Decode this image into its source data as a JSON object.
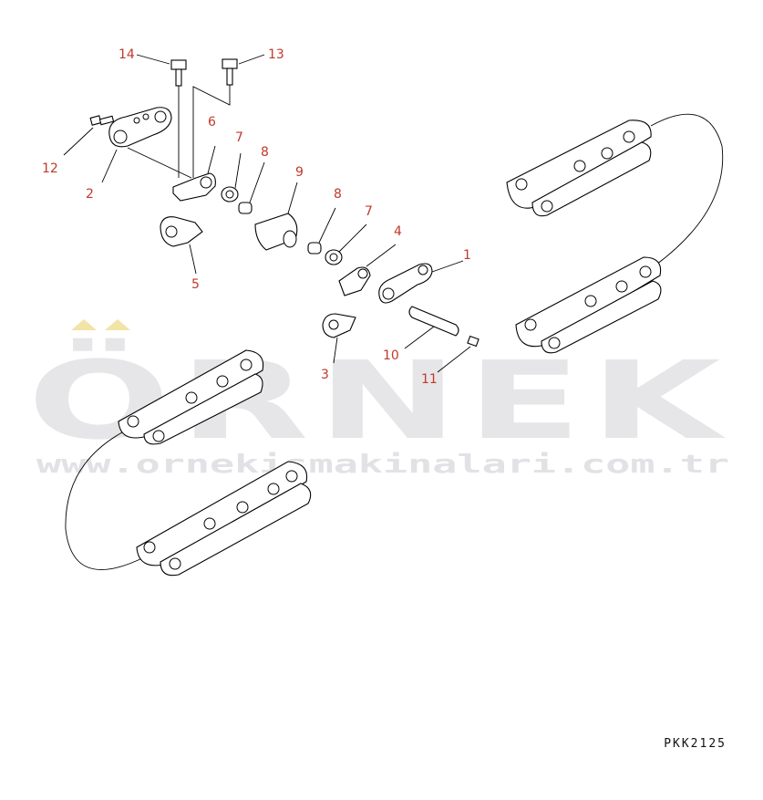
{
  "watermark": {
    "brand": "ÖRNEK",
    "url": "www.ornekismakinalari.com.tr"
  },
  "drawing_ref": "PKK2125",
  "callouts": [
    {
      "id": "c14",
      "label": "14"
    },
    {
      "id": "c13",
      "label": "13"
    },
    {
      "id": "c6",
      "label": "6"
    },
    {
      "id": "c12",
      "label": "12"
    },
    {
      "id": "c2",
      "label": "2"
    },
    {
      "id": "c7a",
      "label": "7"
    },
    {
      "id": "c8a",
      "label": "8"
    },
    {
      "id": "c9",
      "label": "9"
    },
    {
      "id": "c8b",
      "label": "8"
    },
    {
      "id": "c7b",
      "label": "7"
    },
    {
      "id": "c4",
      "label": "4"
    },
    {
      "id": "c1",
      "label": "1"
    },
    {
      "id": "c5",
      "label": "5"
    },
    {
      "id": "c10",
      "label": "10"
    },
    {
      "id": "c3",
      "label": "3"
    },
    {
      "id": "c11",
      "label": "11"
    }
  ],
  "colors": {
    "callout": "#c0392b",
    "watermark": "#e6e6e9",
    "watermark_accent": "#f2e3a6"
  }
}
